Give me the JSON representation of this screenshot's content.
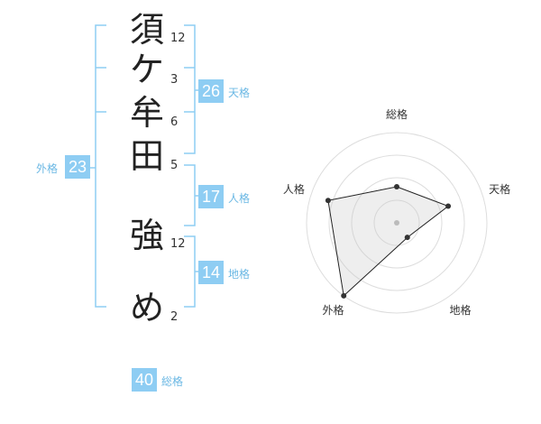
{
  "name_chars": [
    {
      "char": "須",
      "strokes": "12"
    },
    {
      "char": "ケ",
      "strokes": "3"
    },
    {
      "char": "牟",
      "strokes": "6"
    },
    {
      "char": "田",
      "strokes": "5"
    },
    {
      "char": "強",
      "strokes": "12"
    },
    {
      "char": "め",
      "strokes": "2"
    }
  ],
  "scores": {
    "tenkaku": {
      "value": "26",
      "label": "天格"
    },
    "jinkaku": {
      "value": "17",
      "label": "人格"
    },
    "chikaku": {
      "value": "14",
      "label": "地格"
    },
    "gaikaku": {
      "value": "23",
      "label": "外格"
    },
    "soukaku": {
      "value": "40",
      "label": "総格"
    }
  },
  "colors": {
    "accent": "#8ecdf3",
    "bracket": "#8ecdf3",
    "label": "#6bb8e4"
  },
  "chart_data": {
    "type": "radar",
    "axes": [
      "総格",
      "天格",
      "地格",
      "外格",
      "人格"
    ],
    "max": 5,
    "rings": 4,
    "values": [
      2,
      3,
      1,
      5,
      4
    ]
  }
}
